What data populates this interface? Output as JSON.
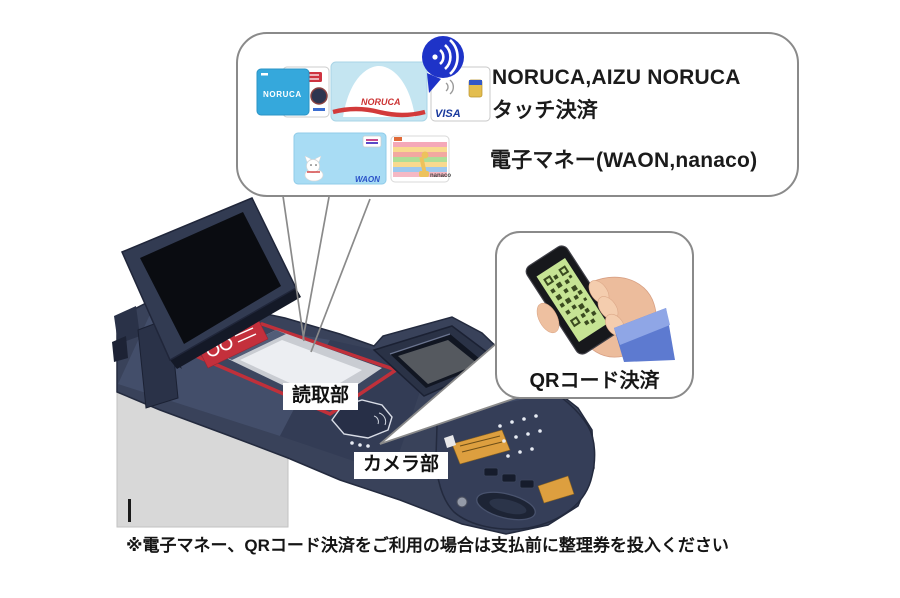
{
  "bubble_payments": {
    "line1": "NORUCA,AIZU NORUCA",
    "line2": "タッチ決済",
    "line3": "電子マネー(WAON,nanaco)",
    "cards": {
      "noruca": "NORUCA",
      "aizu_noruca": "NORUCA",
      "visa": "VISA",
      "waon": "WAON",
      "nanaco": "nanaco"
    }
  },
  "bubble_qr": {
    "label": "QRコード決済"
  },
  "machine": {
    "reader_label": "読取部",
    "camera_label": "カメラ部"
  },
  "footnote": {
    "text": "※電子マネー、QRコード決済をご利用の場合は支払前に整理券を投入ください"
  },
  "icons": {
    "contactless": "contactless-waves",
    "qr_code": "qr-code-on-phone"
  },
  "colors": {
    "bubble_border": "#8a8a8a",
    "machine_navy": "#39425a",
    "machine_deck": "#434e6a",
    "base_gray": "#d8d8d8",
    "reader_red": "#c0303a",
    "nfc_blue": "#1e33c8",
    "noruca_blue": "#35a8dc",
    "waon_blue": "#a8dcf4",
    "qr_screen_green": "#c6e494",
    "sleeve_blue": "#5d7ad0",
    "orange_label": "#dd9f3f",
    "visa_blue": "#1a3a9e"
  }
}
